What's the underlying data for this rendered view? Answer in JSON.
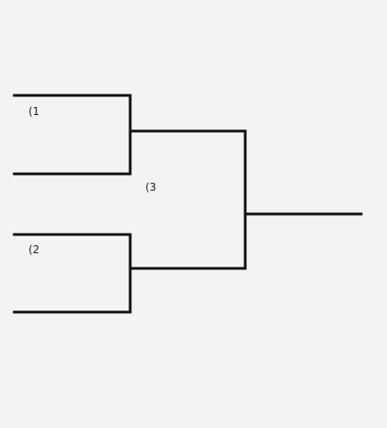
{
  "bracket": {
    "line_color": "#111111",
    "background_color": "#f3f3f3",
    "games": [
      {
        "label": "(1"
      },
      {
        "label": "(2"
      },
      {
        "label": "(3"
      }
    ]
  }
}
